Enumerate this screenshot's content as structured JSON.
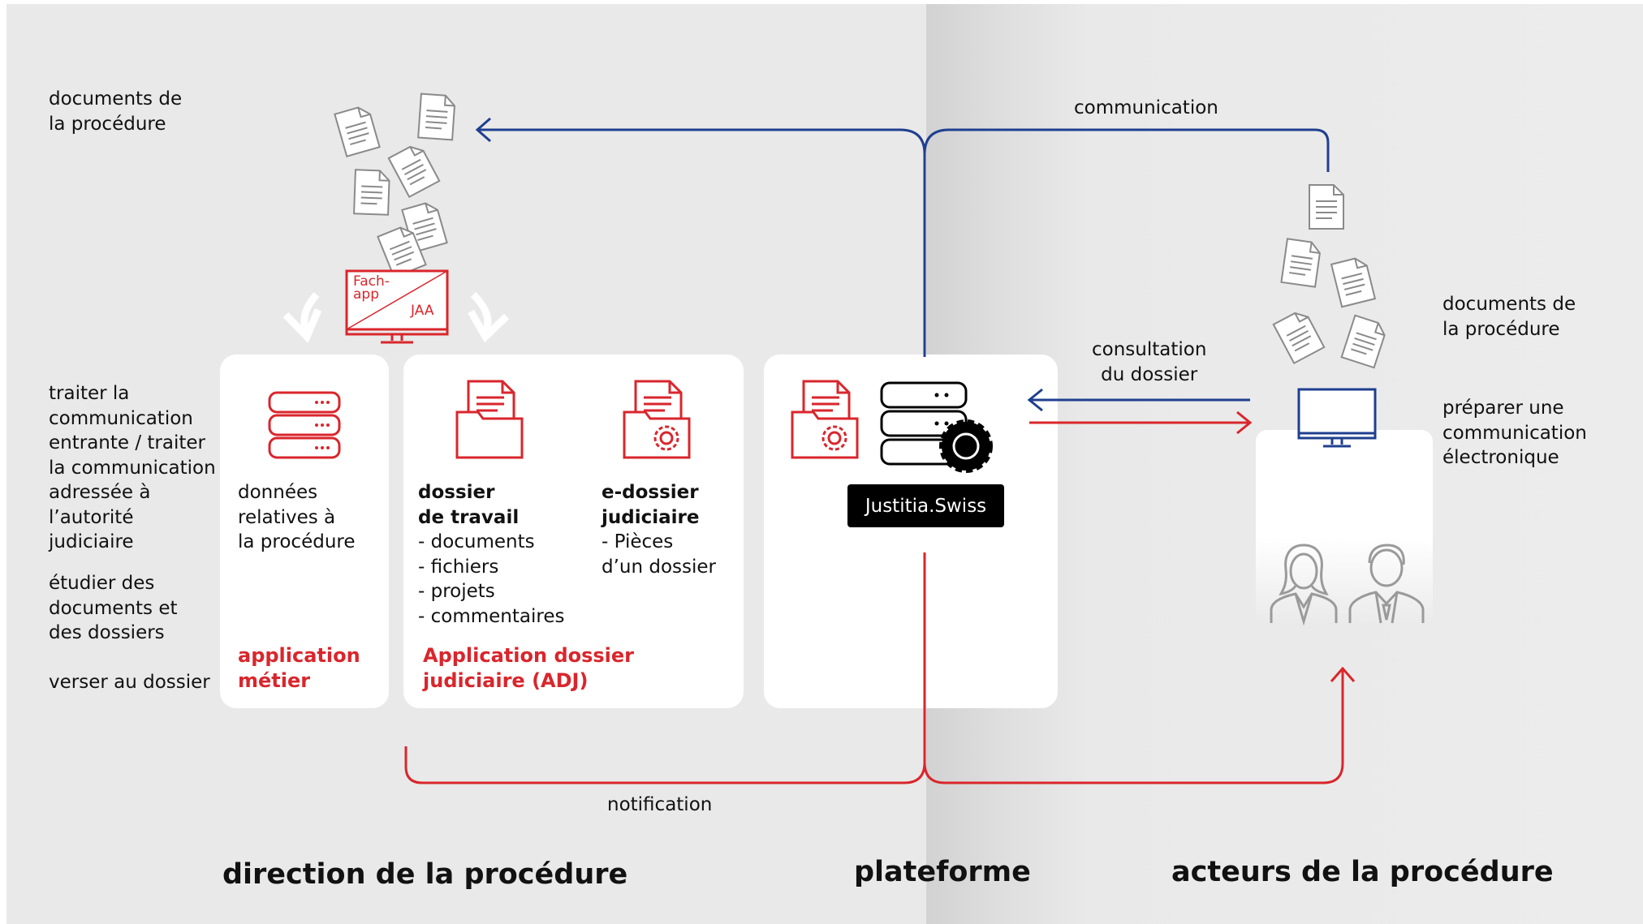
{
  "left_labels": {
    "documents_left": "documents de\nla procédure",
    "traiter": "traiter la\ncommunication\nentrante / traiter\nla communication\nadressée à\nl’autorité\njudiciaire",
    "etudier": "étudier des\ndocuments et\ndes dossiers",
    "verser": "verser au dossier"
  },
  "fachapp": {
    "line1": "Fach-",
    "line2": "app",
    "jaa": "JAA"
  },
  "cards": {
    "metier": {
      "body": "données\nrelatives à\nla procédure",
      "title": "application\nmétier"
    },
    "adj": {
      "dossier_title": "dossier\nde travail",
      "dossier_items": "- documents\n- fichiers\n- projets\n- commentaires",
      "edossier_title": "e-dossier\njudiciaire",
      "edossier_items": "- Pièces\n   d’un dossier",
      "title": "Application dossier\njudiciaire (ADJ)"
    },
    "platform": {
      "badge": "Justitia.Swiss"
    }
  },
  "arrows": {
    "communication": "communication",
    "consultation": "consultation\ndu dossier",
    "notification": "notification"
  },
  "right_labels": {
    "documents_right": "documents de\nla procédure",
    "preparer": "préparer une\ncommunication\nélectronique"
  },
  "sections": {
    "direction": "direction de la procédure",
    "plateforme": "plateforme",
    "acteurs": "acteurs de la procédure"
  },
  "colors": {
    "red": "#d9262c",
    "blue": "#1f3f8f",
    "black": "#000000"
  },
  "icons": [
    "document-icon",
    "monitor-icon",
    "database-icon",
    "folder-document-icon",
    "folder-gear-icon",
    "server-gear-icon",
    "person-female-icon",
    "person-male-icon"
  ]
}
